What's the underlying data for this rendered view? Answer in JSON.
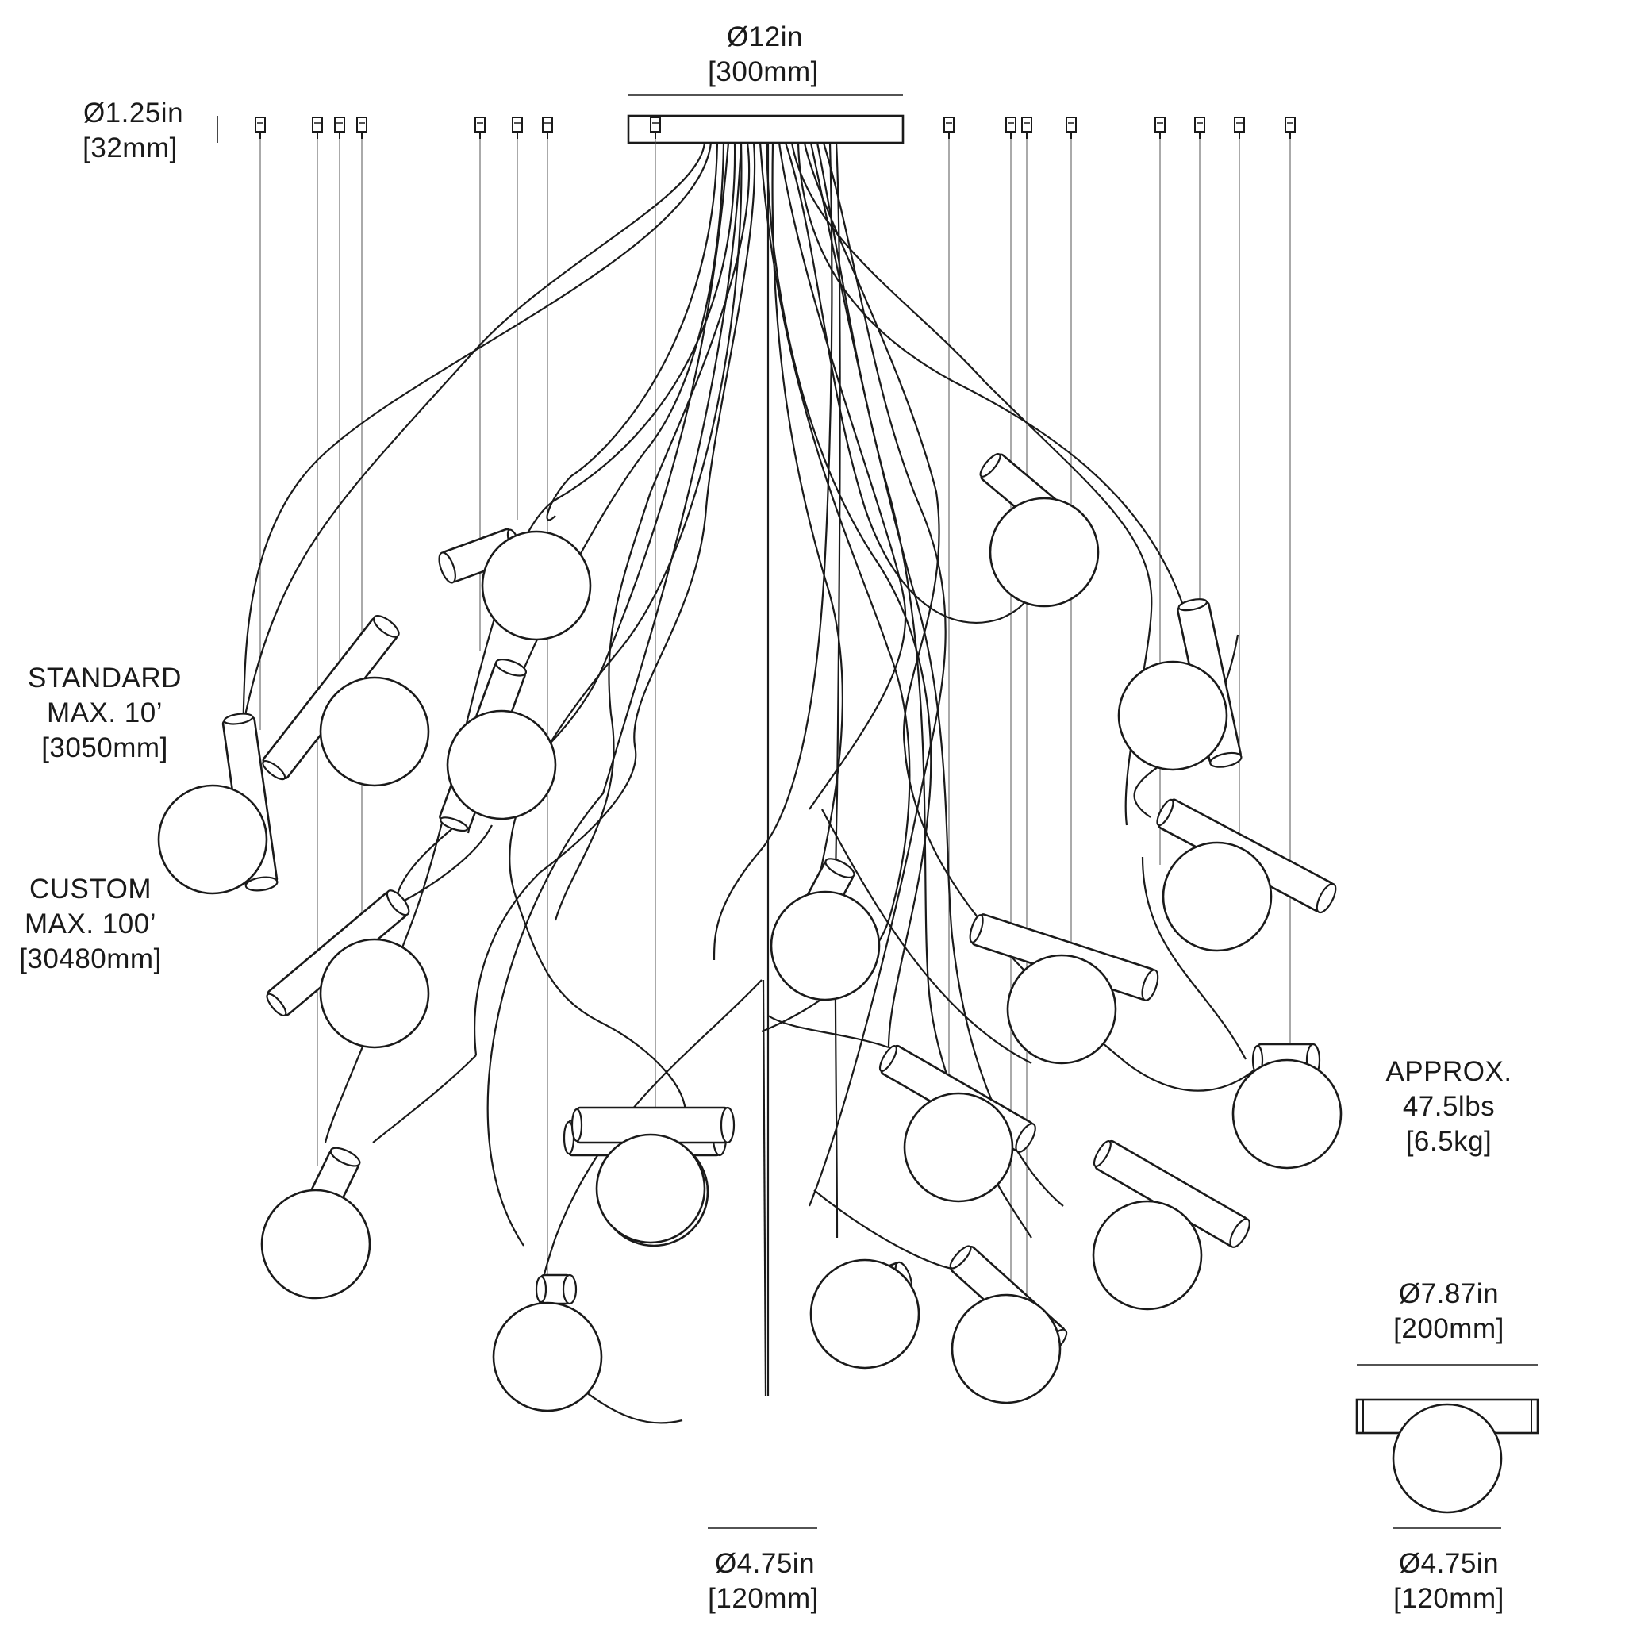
{
  "labels": {
    "canopy_diameter": "Ø12in",
    "canopy_diameter_mm": "[300mm]",
    "small_canopy_diameter": "Ø1.25in",
    "small_canopy_diameter_mm": "[32mm]",
    "standard_line1": "STANDARD",
    "standard_line2": "MAX. 10’",
    "standard_line3": "[3050mm]",
    "custom_line1": "CUSTOM",
    "custom_line2": "MAX. 100’",
    "custom_line3": "[30480mm]",
    "weight_line1": "APPROX.",
    "weight_line2": "47.5lbs",
    "weight_line3": "[6.5kg]",
    "pendant_width": "Ø7.87in",
    "pendant_width_mm": "[200mm]",
    "globe_diameter_main": "Ø4.75in",
    "globe_diameter_main_mm": "[120mm]",
    "globe_diameter_detail": "Ø4.75in",
    "globe_diameter_detail_mm": "[120mm]"
  },
  "colors": {
    "line": "#1a1a1a",
    "background": "#ffffff"
  }
}
